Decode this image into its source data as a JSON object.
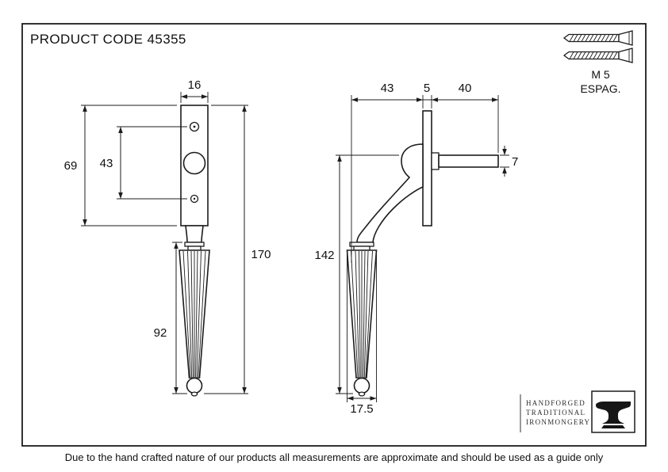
{
  "title": "PRODUCT CODE 45355",
  "fixings": {
    "size": "M 5",
    "type": "ESPAG."
  },
  "front_view": {
    "plate_width": "16",
    "plate_height": "69",
    "fixing_centres": "43",
    "handle_length": "92",
    "overall_length": "170"
  },
  "side_view": {
    "projection": "43",
    "plate_thickness": "5",
    "spindle_length": "40",
    "spindle_square": "7",
    "overall_drop": "142",
    "handle_diameter": "17.5"
  },
  "logo": {
    "lines": [
      "HANDFORGED",
      "TRADITIONAL",
      "IRONMONGERY"
    ]
  },
  "footer": "Due to the hand crafted nature of our products all measurements are approximate and should be used as a guide only"
}
